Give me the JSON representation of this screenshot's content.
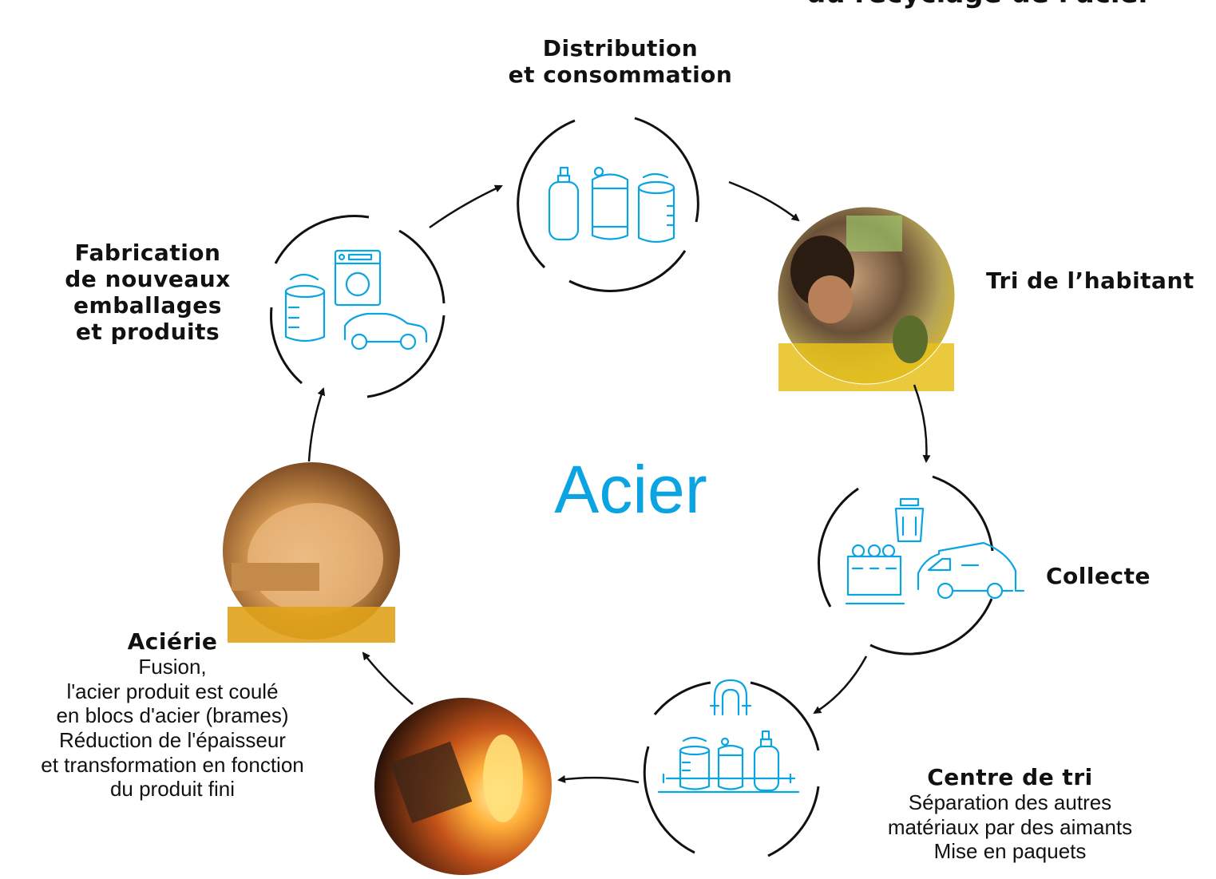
{
  "header_cut": "du recyclage de l'acier",
  "center_title": "Acier",
  "colors": {
    "accent": "#0aa4e2",
    "stroke": "#111111"
  },
  "stages": {
    "distribution": {
      "lines": [
        "Distribution",
        "et consommation"
      ],
      "icons": [
        "spray-can-icon",
        "drink-can-icon",
        "food-can-icon"
      ]
    },
    "tri_habitant": {
      "lines": [
        "Tri de l’habitant"
      ],
      "image": "child-recycling-photo"
    },
    "collecte": {
      "lines": [
        "Collecte"
      ],
      "icons": [
        "trash-bin-icon",
        "container-icon",
        "garbage-truck-icon"
      ]
    },
    "centre_tri": {
      "title": "Centre de tri",
      "lines": [
        "Séparation des autres",
        "matériaux par des aimants",
        "Mise en paquets"
      ],
      "icons": [
        "magnet-icon",
        "food-can-icon",
        "drink-can-icon",
        "spray-can-icon"
      ]
    },
    "fonderie": {
      "image": "steel-furnace-photo"
    },
    "acierie": {
      "title": "Aciérie",
      "lines": [
        "Fusion,",
        "l'acier produit est coulé",
        "en blocs d'acier (brames)",
        "Réduction de l'épaisseur",
        "et transformation en fonction",
        "du produit fini"
      ],
      "image": "steel-coil-photo"
    },
    "fabrication": {
      "lines": [
        "Fabrication",
        "de nouveaux",
        "emballages",
        "et produits"
      ],
      "icons": [
        "food-can-icon",
        "washing-machine-icon",
        "car-icon"
      ]
    }
  }
}
